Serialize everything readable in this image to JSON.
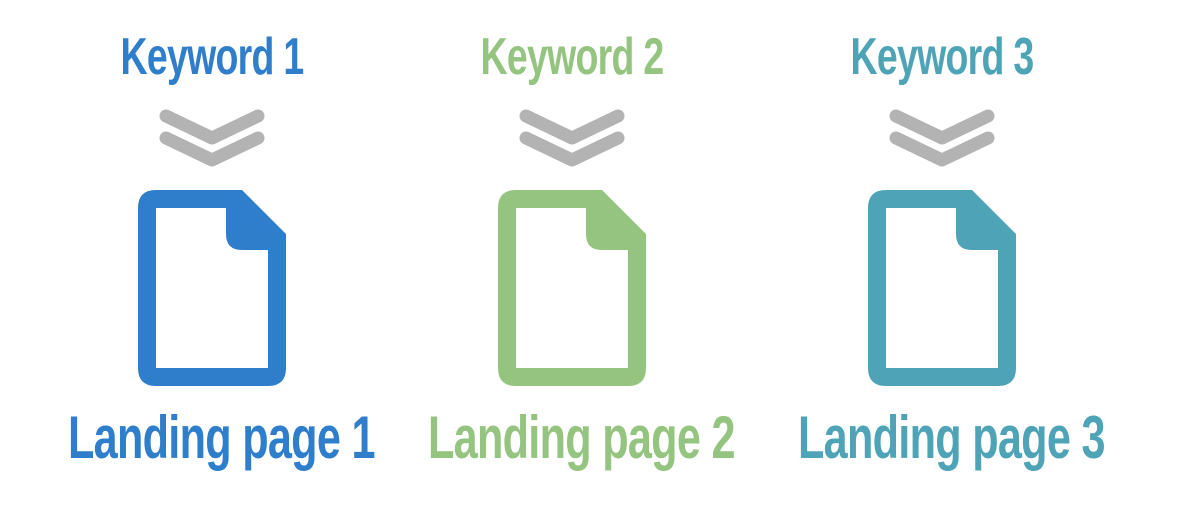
{
  "colors": {
    "col1": "#2f7ecb",
    "col2": "#94c47f",
    "col3": "#4ea4b6",
    "chevron": "#b3b3b3"
  },
  "columns": [
    {
      "keyword": "Keyword 1",
      "page": "Landing page 1",
      "icon": "document-icon"
    },
    {
      "keyword": "Keyword 2",
      "page": "Landing page 2",
      "icon": "document-icon"
    },
    {
      "keyword": "Keyword 3",
      "page": "Landing page 3",
      "icon": "document-icon"
    }
  ],
  "arrow_icon": "double-chevron-down-icon"
}
